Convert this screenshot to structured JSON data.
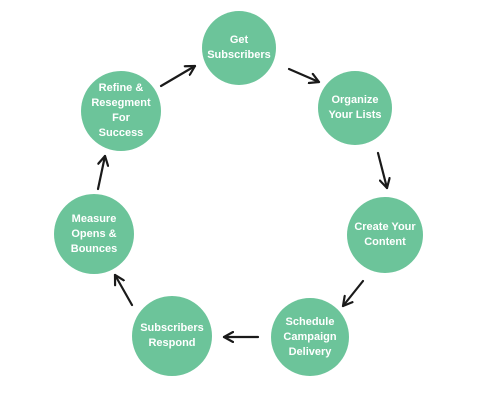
{
  "colors": {
    "node_fill": "#6cc49a",
    "node_text": "#ffffff",
    "arrow": "#1a1a1a",
    "background": "#ffffff"
  },
  "diagram": {
    "type": "cycle",
    "direction": "clockwise",
    "nodes": [
      {
        "id": "get-subscribers",
        "label": "Get\nSubscribers"
      },
      {
        "id": "organize-lists",
        "label": "Organize\nYour Lists"
      },
      {
        "id": "create-content",
        "label": "Create Your\nContent"
      },
      {
        "id": "schedule-delivery",
        "label": "Schedule\nCampaign\nDelivery"
      },
      {
        "id": "subscribers-respond",
        "label": "Subscribers\nRespond"
      },
      {
        "id": "measure-opens",
        "label": "Measure\nOpens &\nBounces"
      },
      {
        "id": "refine-resegment",
        "label": "Refine &\nResegment\nFor\nSuccess"
      }
    ],
    "edges": [
      {
        "from": "get-subscribers",
        "to": "organize-lists"
      },
      {
        "from": "organize-lists",
        "to": "create-content"
      },
      {
        "from": "create-content",
        "to": "schedule-delivery"
      },
      {
        "from": "schedule-delivery",
        "to": "subscribers-respond"
      },
      {
        "from": "subscribers-respond",
        "to": "measure-opens"
      },
      {
        "from": "measure-opens",
        "to": "refine-resegment"
      },
      {
        "from": "refine-resegment",
        "to": "get-subscribers"
      }
    ]
  }
}
